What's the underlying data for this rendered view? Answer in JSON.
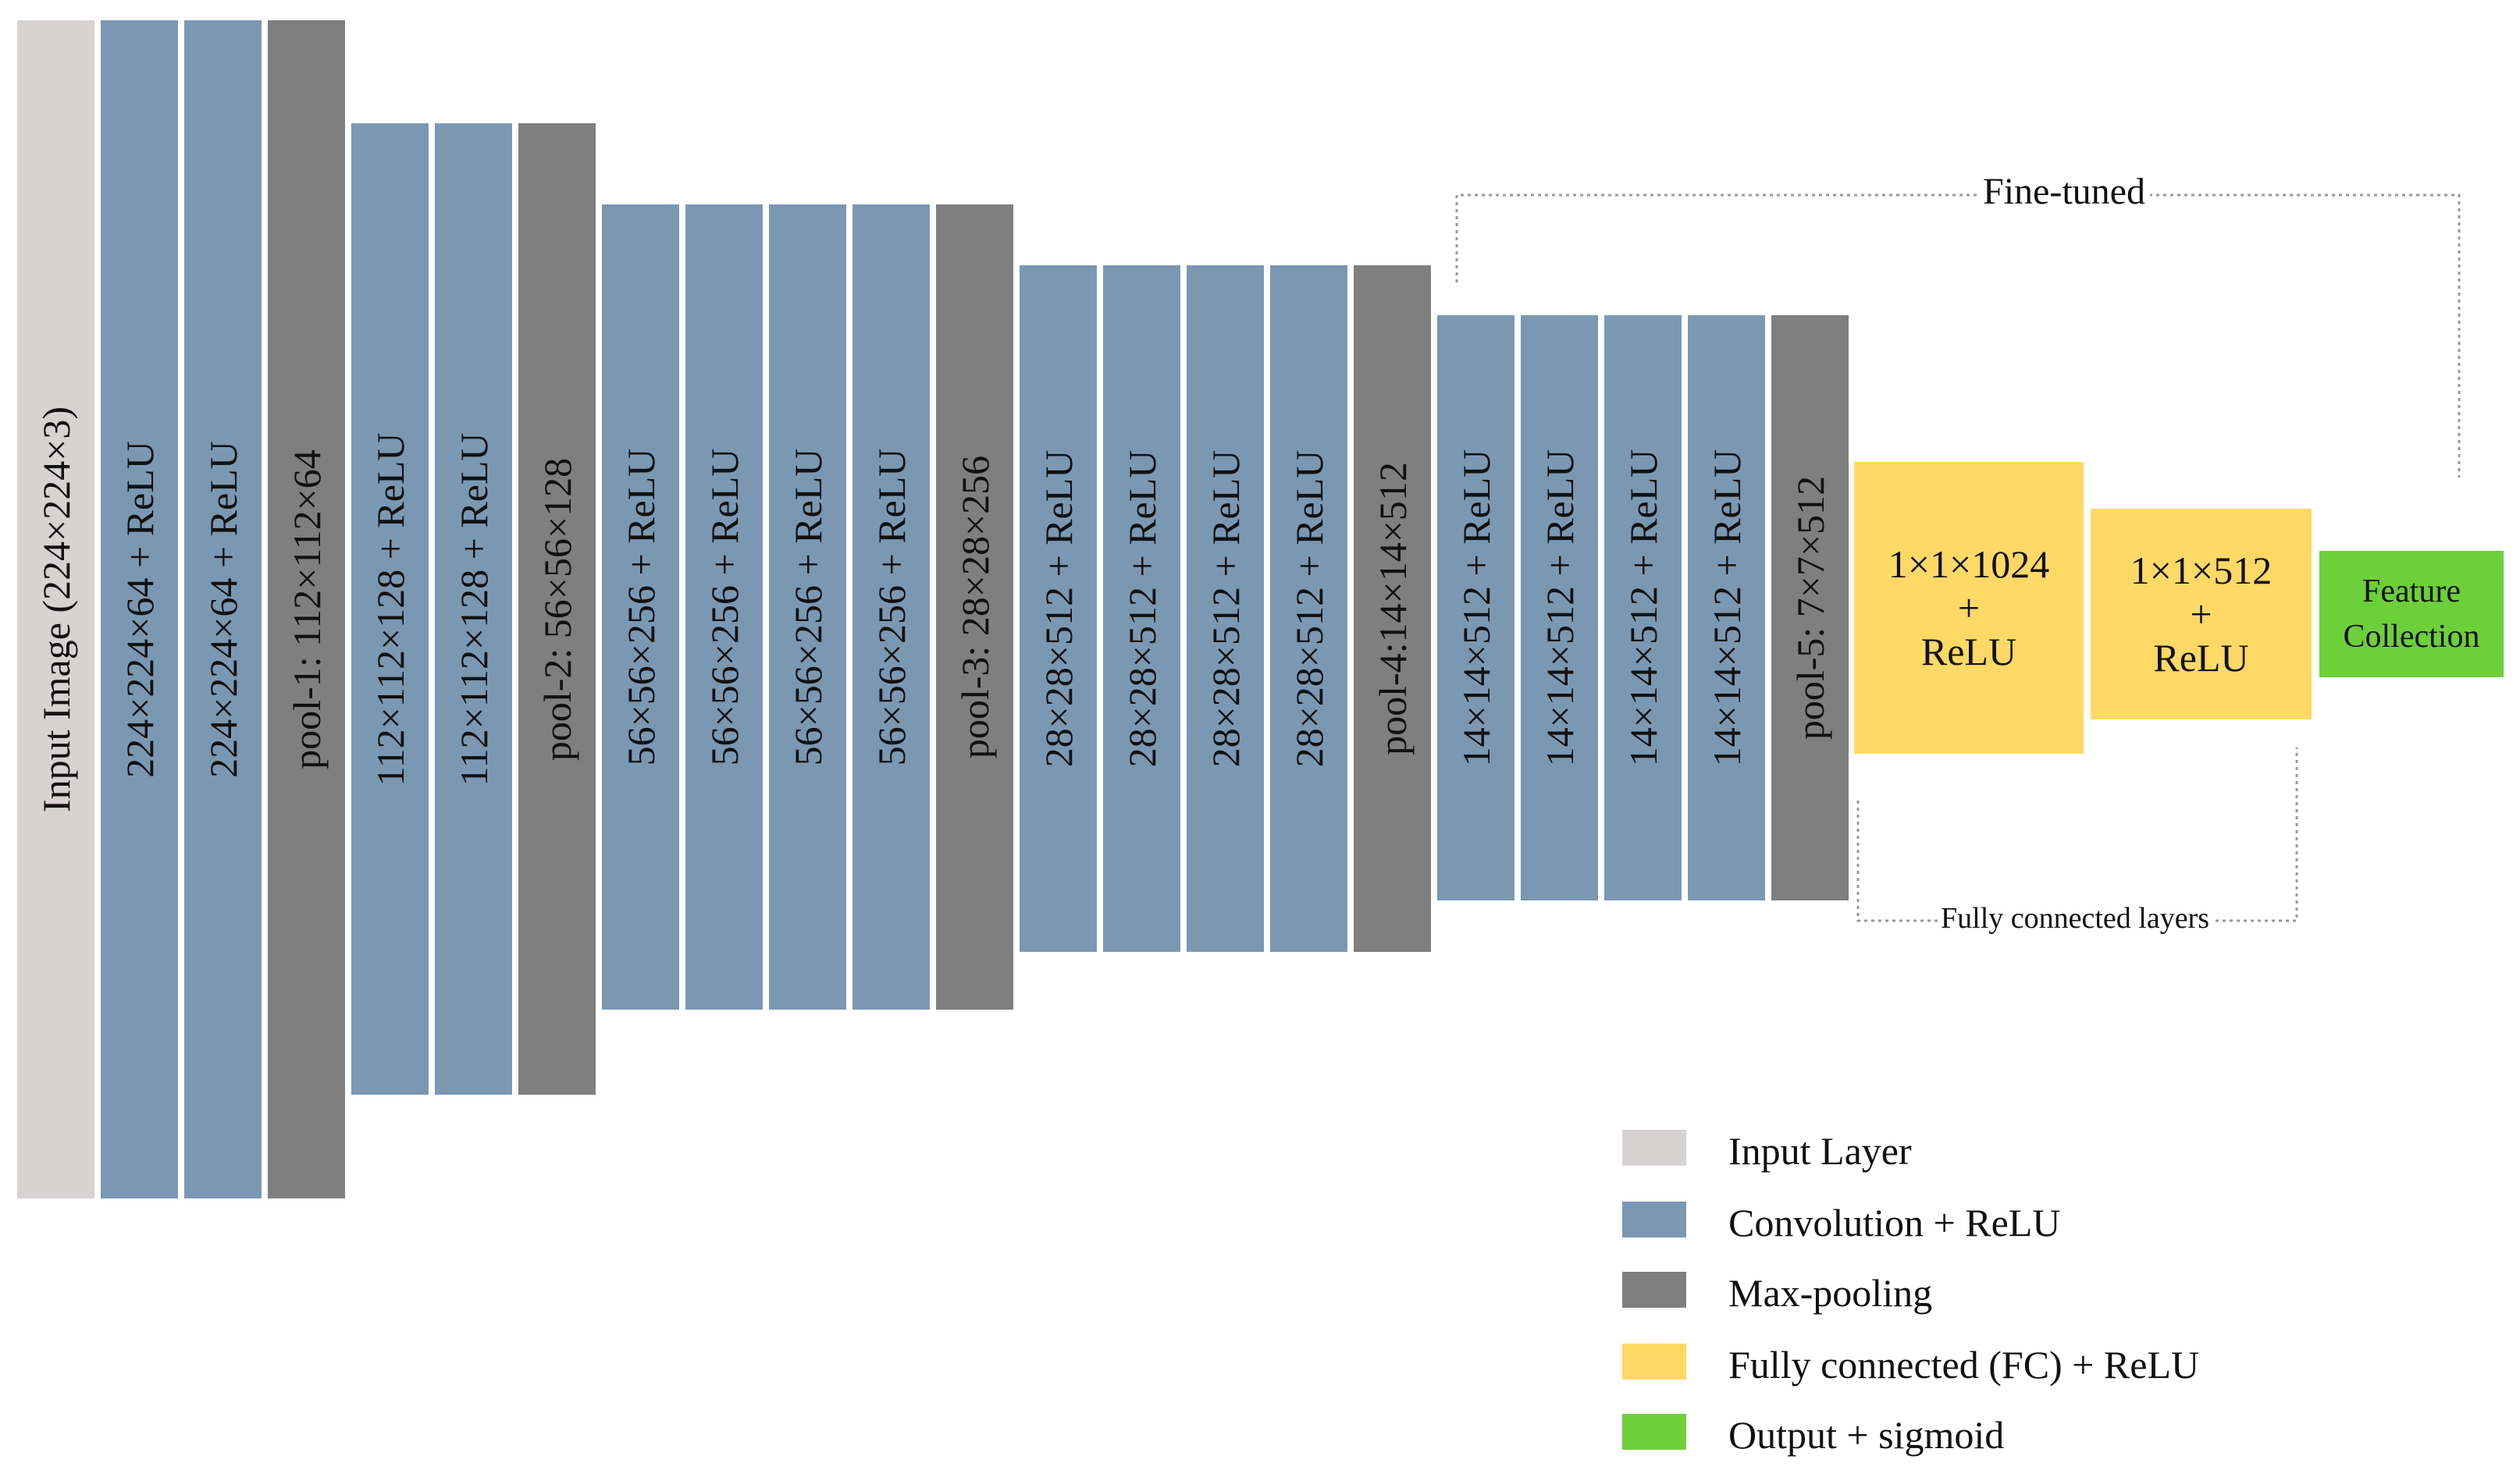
{
  "colors": {
    "input": "#d6d3d2",
    "conv": "#7b98b3",
    "pool": "#7f7f7f",
    "fc": "#fed966",
    "output": "#6cd03a",
    "bracket": "#999999"
  },
  "layers": [
    {
      "type": "input",
      "label": "Input Image (224×224×3)"
    },
    {
      "type": "conv",
      "label": "224×224×64 + ReLU"
    },
    {
      "type": "conv",
      "label": "224×224×64 + ReLU"
    },
    {
      "type": "pool",
      "label": "pool-1: 112×112×64"
    },
    {
      "type": "conv",
      "label": "112×112×128 + ReLU"
    },
    {
      "type": "conv",
      "label": "112×112×128 + ReLU"
    },
    {
      "type": "pool",
      "label": "pool-2: 56×56×128"
    },
    {
      "type": "conv",
      "label": "56×56×256 + ReLU"
    },
    {
      "type": "conv",
      "label": "56×56×256 + ReLU"
    },
    {
      "type": "conv",
      "label": "56×56×256 + ReLU"
    },
    {
      "type": "conv",
      "label": "56×56×256 + ReLU"
    },
    {
      "type": "pool",
      "label": "pool-3: 28×28×256"
    },
    {
      "type": "conv",
      "label": "28×28×512 + ReLU"
    },
    {
      "type": "conv",
      "label": "28×28×512 + ReLU"
    },
    {
      "type": "conv",
      "label": "28×28×512 + ReLU"
    },
    {
      "type": "conv",
      "label": "28×28×512 + ReLU"
    },
    {
      "type": "pool",
      "label": "pool-4:14×14×512"
    },
    {
      "type": "conv",
      "label": "14×14×512 + ReLU"
    },
    {
      "type": "conv",
      "label": "14×14×512 + ReLU"
    },
    {
      "type": "conv",
      "label": "14×14×512 + ReLU"
    },
    {
      "type": "conv",
      "label": "14×14×512 + ReLU"
    },
    {
      "type": "pool",
      "label": "pool-5: 7×7×512"
    }
  ],
  "fc_layers": [
    {
      "label": "1×1×1024\n+\nReLU"
    },
    {
      "label": "1×1×512\n+\nReLU"
    }
  ],
  "output": {
    "label": "Feature\nCollection"
  },
  "annotations": {
    "fine_tuned": "Fine-tuned",
    "fully_connected": "Fully connected layers"
  },
  "legend": [
    {
      "color_key": "input",
      "label": "Input Layer"
    },
    {
      "color_key": "conv",
      "label": "Convolution + ReLU"
    },
    {
      "color_key": "pool",
      "label": "Max-pooling"
    },
    {
      "color_key": "fc",
      "label": "Fully connected (FC) + ReLU"
    },
    {
      "color_key": "output",
      "label": "Output + sigmoid"
    }
  ]
}
